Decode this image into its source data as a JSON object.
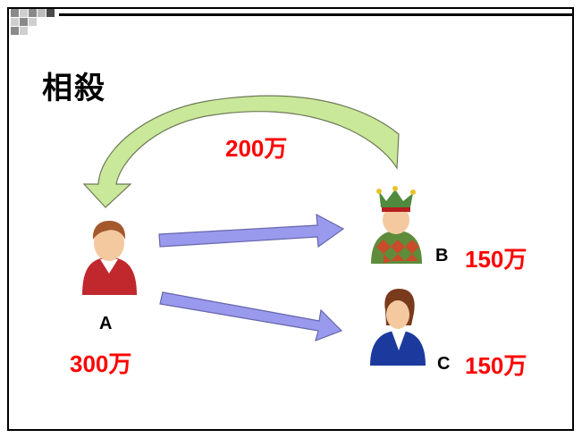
{
  "slide": {
    "title": "相殺",
    "transfer_amount": "200万",
    "people": [
      {
        "id": "A",
        "label": "A",
        "amount": "300万"
      },
      {
        "id": "B",
        "label": "B",
        "amount": "150万"
      },
      {
        "id": "C",
        "label": "C",
        "amount": "150万"
      }
    ]
  },
  "colors": {
    "amount_text": "#ff0000",
    "curved_arrow": "#c9e89a",
    "straight_arrow": "#9999ee",
    "person_a_shirt": "#c0282e",
    "person_c_suit": "#1c3a9e"
  },
  "icons": [
    "person-a-icon",
    "jester-b-icon",
    "person-c-icon"
  ]
}
